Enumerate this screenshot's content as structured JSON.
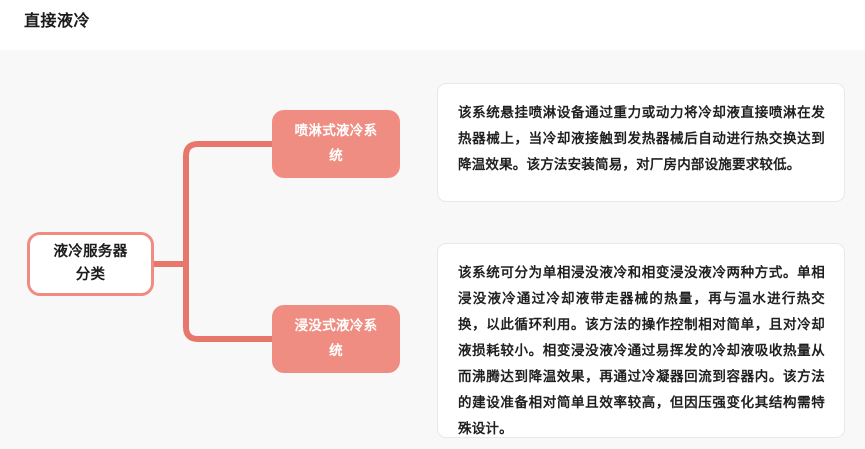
{
  "page": {
    "title": "直接液冷",
    "background_color": "#f8f8f8",
    "accent_color": "#ef8d82"
  },
  "mindmap": {
    "root": {
      "label": "液冷服务器\n分类",
      "line1": "液冷服务器",
      "line2": "分类",
      "fill_color": "#ffffff",
      "border_color": "#ef8d82"
    },
    "branches": [
      {
        "id": "spray",
        "line1": "喷淋式液冷系",
        "line2": "统",
        "label": "喷淋式液冷系统",
        "fill_color": "#ef8d82",
        "text_color": "#ffffff",
        "description": "该系统悬挂喷淋设备通过重力或动力将冷却液直接喷淋在发热器械上，当冷却液接触到发热器械后自动进行热交换达到降温效果。该方法安装简易，对厂房内部设施要求较低。"
      },
      {
        "id": "immersion",
        "line1": "浸没式液冷系",
        "line2": "统",
        "label": "浸没式液冷系统",
        "fill_color": "#ef8d82",
        "text_color": "#ffffff",
        "description": "该系统可分为单相浸没液冷和相变浸没液冷两种方式。单相浸没液冷通过冷却液带走器械的热量，再与温水进行热交换，以此循环利用。该方法的操作控制相对简单，且对冷却液损耗较小。相变浸没液冷通过易挥发的冷却液吸收热量从而沸腾达到降温效果，再通过冷凝器回流到容器内。该方法的建设准备相对简单且效率较高，但因压强变化其结构需特殊设计。"
      }
    ]
  }
}
